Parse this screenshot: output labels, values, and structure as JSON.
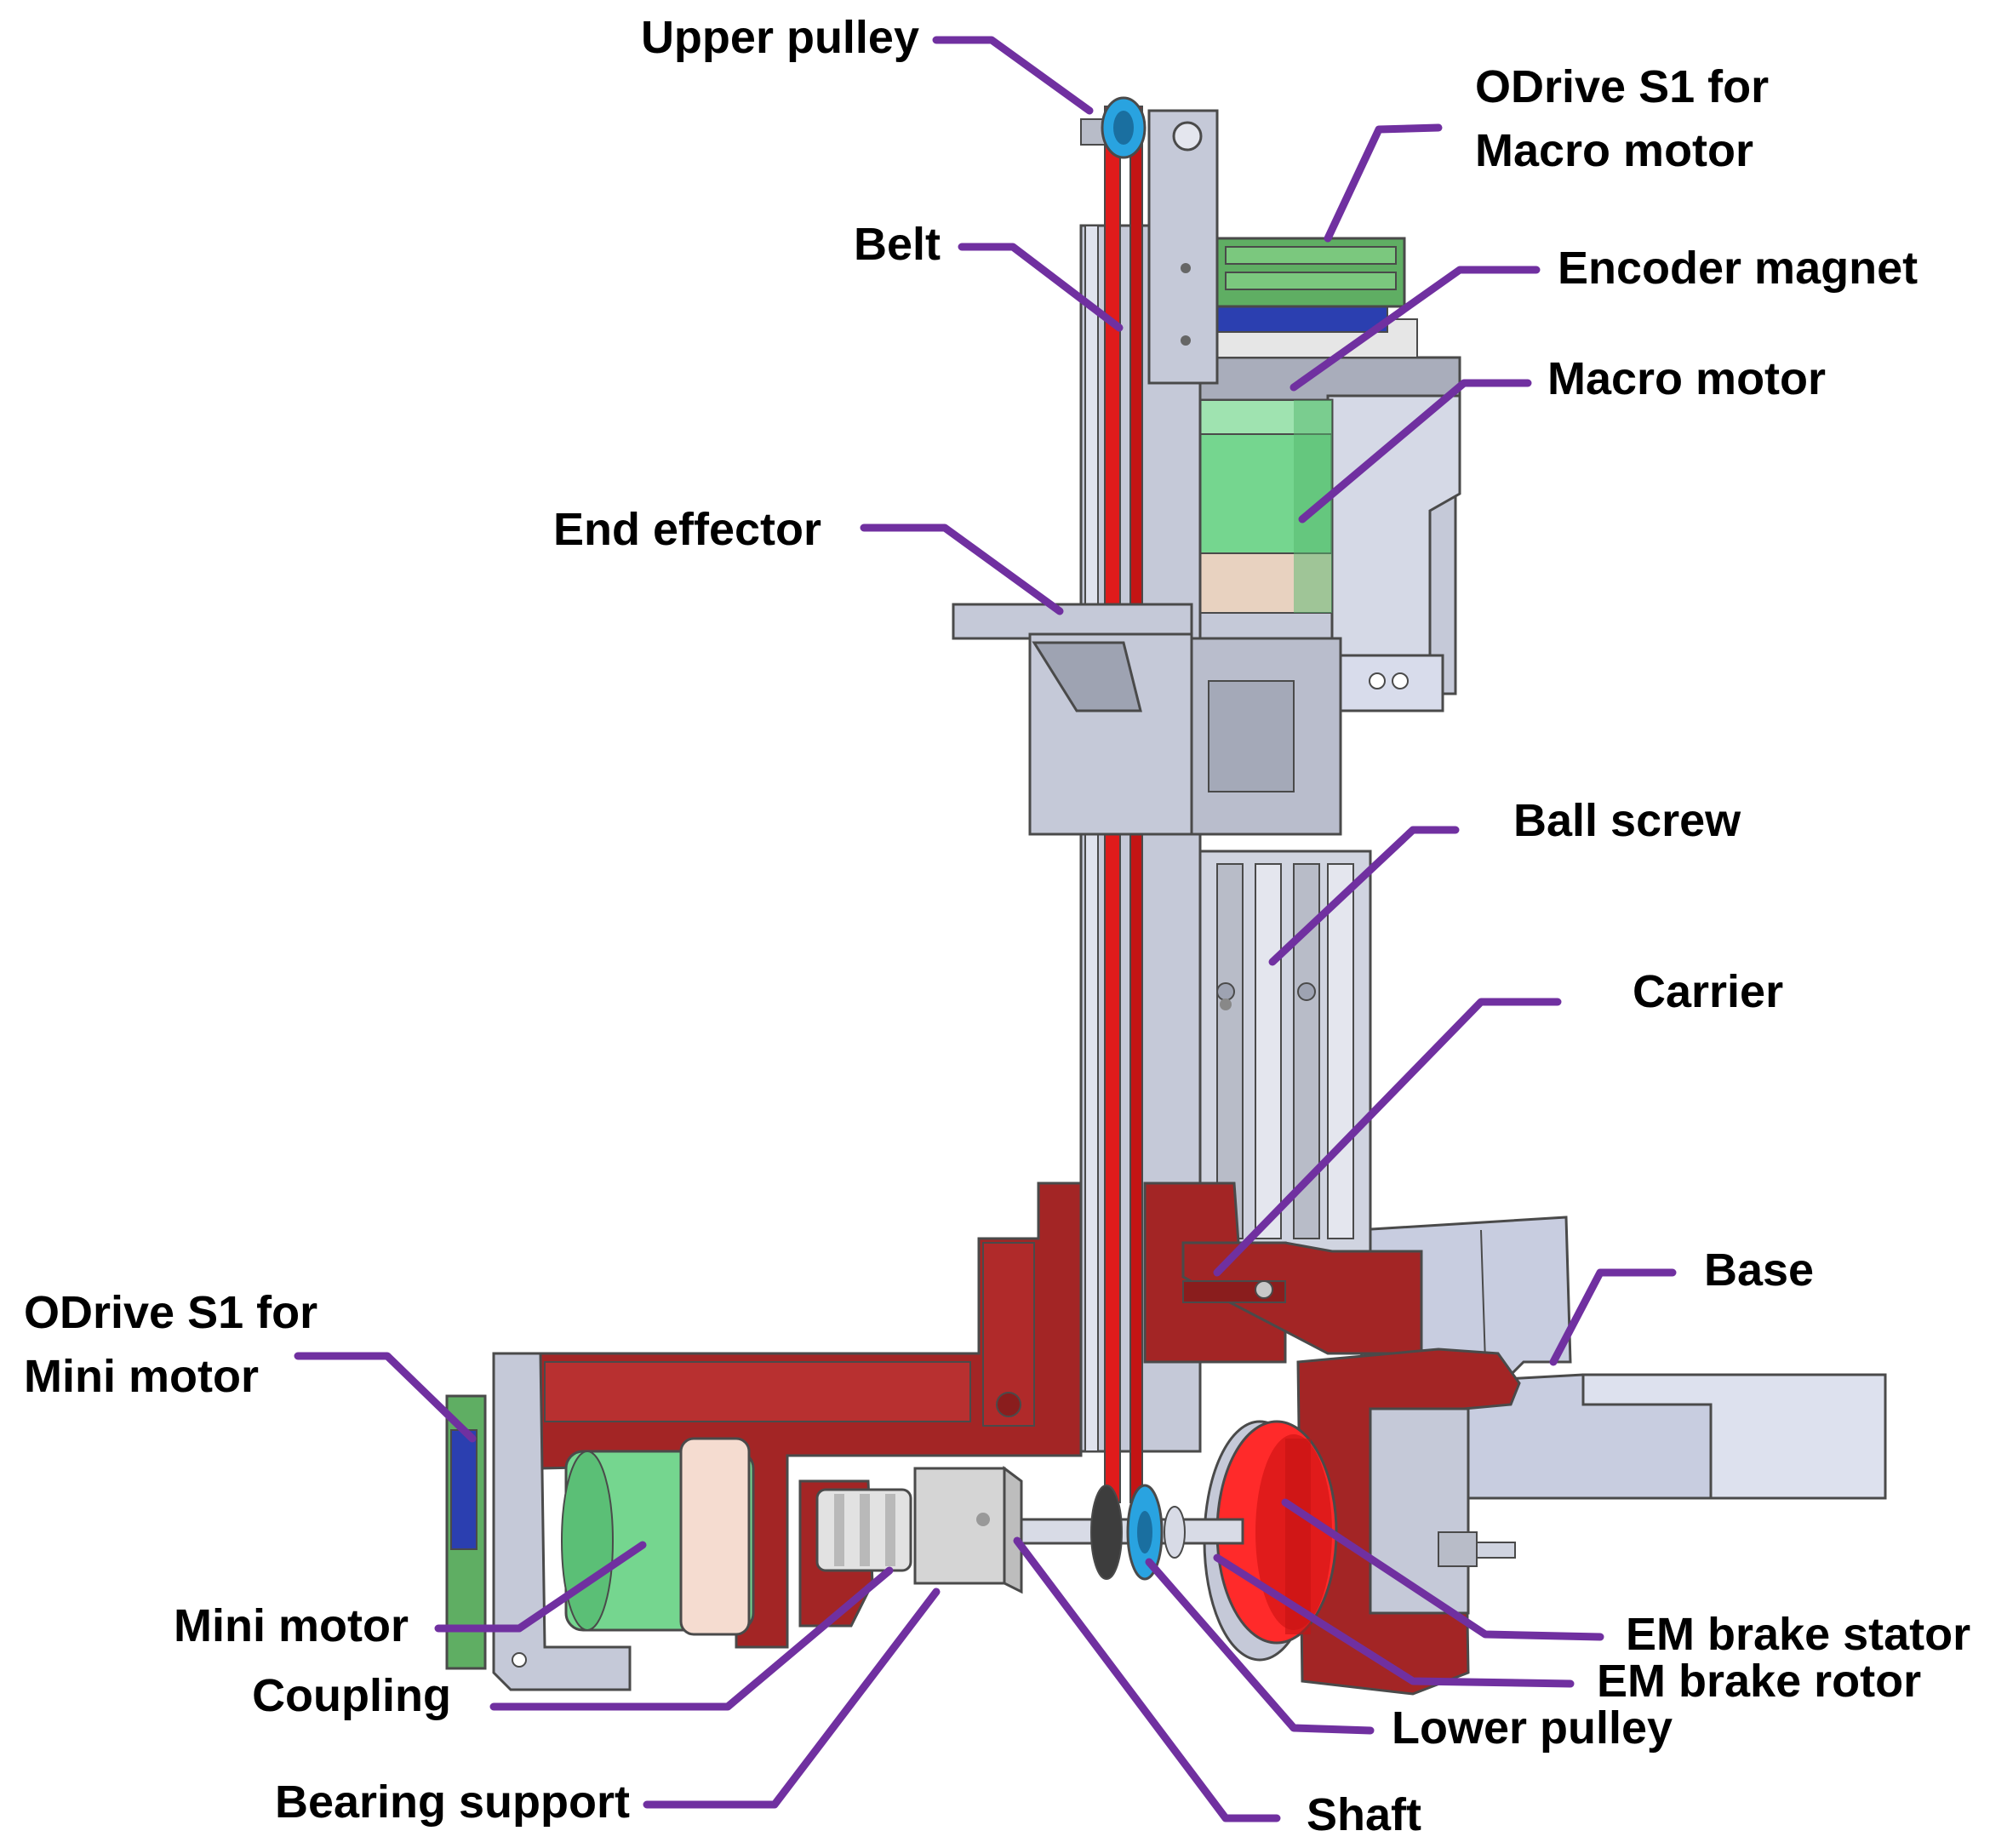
{
  "colors": {
    "leader": "#7030a0",
    "frame_red": "#a32525",
    "belt_red": "#e01b1b",
    "aluminum": "#c5c9d8",
    "motor_green": "#6fd38a",
    "driver_green": "#5fae63",
    "pulley_blue": "#29a3e0",
    "board_blue": "#2b3fb0"
  },
  "labels": {
    "upper_pulley": "Upper pulley",
    "odrive_macro_line1": "ODrive S1 for",
    "odrive_macro_line2": "Macro motor",
    "belt": "Belt",
    "encoder_magnet": "Encoder magnet",
    "macro_motor": "Macro motor",
    "end_effector": "End effector",
    "ball_screw": "Ball screw",
    "carrier": "Carrier",
    "base": "Base",
    "odrive_mini_line1": "ODrive S1 for",
    "odrive_mini_line2": "Mini motor",
    "mini_motor": "Mini motor",
    "coupling": "Coupling",
    "bearing_support": "Bearing support",
    "shaft": "Shaft",
    "lower_pulley": "Lower pulley",
    "em_brake_stator": "EM brake stator",
    "em_brake_rotor": "EM brake rotor"
  }
}
